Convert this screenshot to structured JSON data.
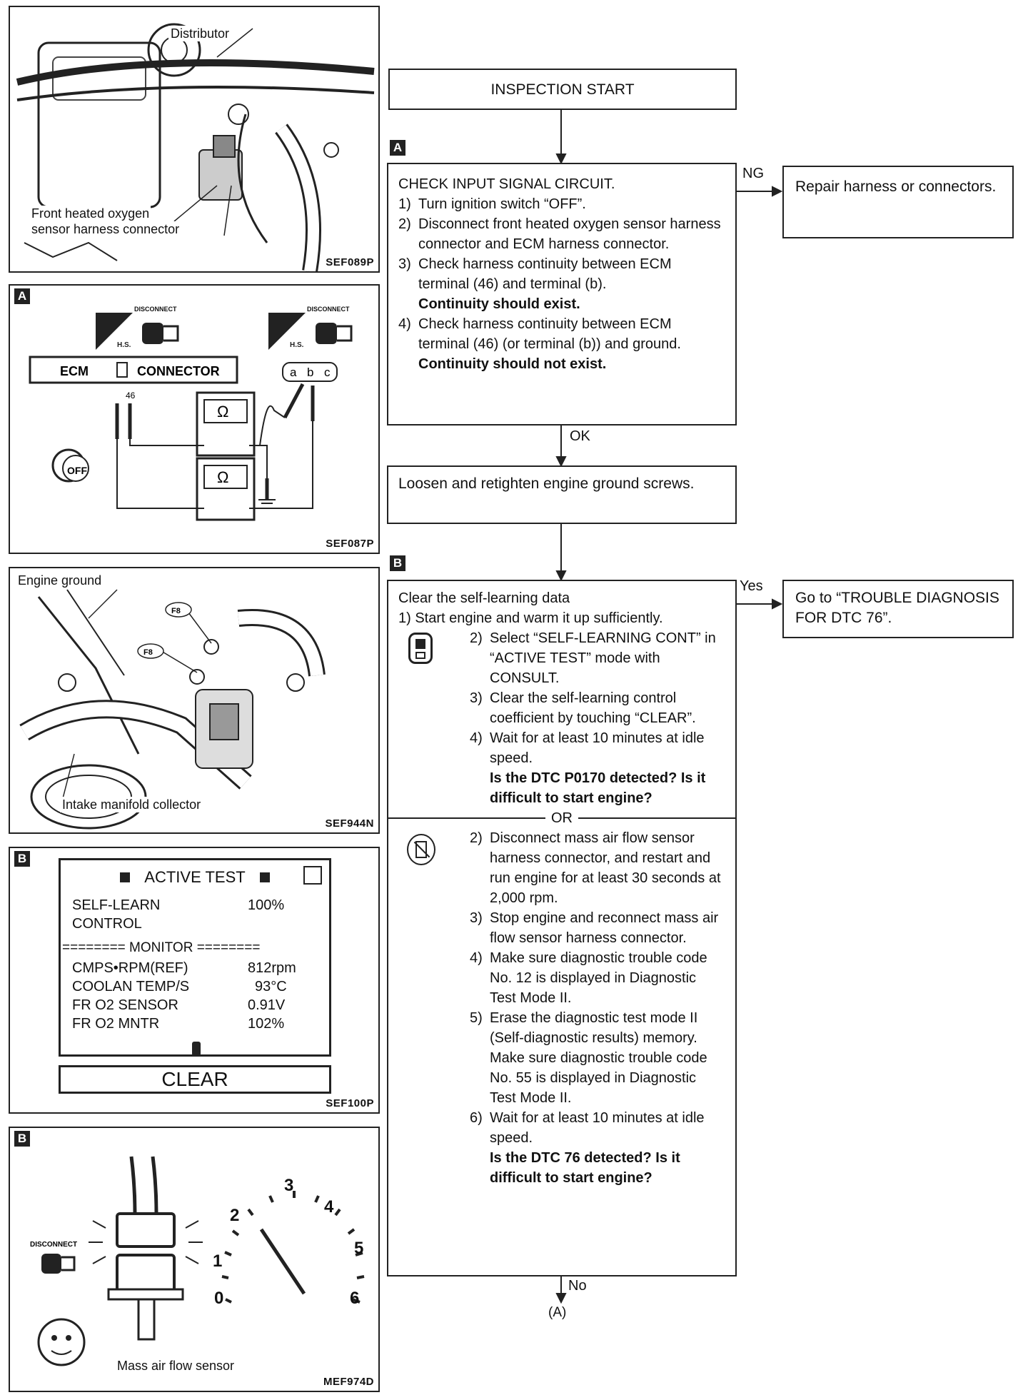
{
  "panel1": {
    "distributor": "Distributor",
    "harness_label_1": "Front heated oxygen",
    "harness_label_2": "sensor harness connector",
    "code": "SEF089P"
  },
  "panel2": {
    "letter": "A",
    "disconnect_1": "DISCONNECT",
    "disconnect_2": "DISCONNECT",
    "hs_1": "H.S.",
    "hs_2": "H.S.",
    "ecm": "ECM",
    "connector": "CONNECTOR",
    "terminal_46": "46",
    "terminals": [
      "a",
      "b",
      "c"
    ],
    "ohm": "Ω",
    "off": "OFF",
    "code": "SEF087P"
  },
  "panel3": {
    "engine_ground": "Engine ground",
    "intake": "Intake manifold collector",
    "f8": "F8",
    "code": "SEF944N"
  },
  "panel4": {
    "letter": "B",
    "title": "ACTIVE TEST",
    "self_learn": "SELF-LEARN",
    "control": "CONTROL",
    "self_learn_value": "100%",
    "monitor": "======== MONITOR ========",
    "rows": [
      {
        "label": "CMPS•RPM(REF)",
        "value": "812rpm"
      },
      {
        "label": "COOLAN TEMP/S",
        "value": "93°C"
      },
      {
        "label": "FR O2 SENSOR",
        "value": "0.91V"
      },
      {
        "label": "FR O2 MNTR",
        "value": "102%"
      }
    ],
    "clear": "CLEAR",
    "code": "SEF100P"
  },
  "panel5": {
    "letter": "B",
    "disconnect": "DISCONNECT",
    "gauge_labels": [
      "0",
      "1",
      "2",
      "3",
      "4",
      "5",
      "6"
    ],
    "maf": "Mass air flow sensor",
    "code": "MEF974D"
  },
  "flow": {
    "start": "INSPECTION START",
    "tag_a": "A",
    "tag_b": "B",
    "ng": "NG",
    "ok": "OK",
    "yes": "Yes",
    "no": "No",
    "end": "(A)",
    "check_title": "CHECK INPUT SIGNAL CIRCUIT.",
    "check_steps": [
      {
        "n": "1)",
        "t": "Turn ignition switch “OFF”."
      },
      {
        "n": "2)",
        "t": "Disconnect front heated oxygen sensor harness connector and ECM harness connector."
      },
      {
        "n": "3)",
        "t": "Check harness continuity between ECM terminal (46) and terminal (b)."
      },
      {
        "n": "4)",
        "t": "Check harness continuity between ECM terminal (46) (or terminal (b)) and ground."
      }
    ],
    "check_bold_3": "Continuity should exist.",
    "check_bold_4": "Continuity should not exist.",
    "repair": "Repair harness or connectors.",
    "loosen": "Loosen and retighten engine ground screws.",
    "clear_title": "Clear the self-learning data",
    "clear_step1": "1) Start engine and warm it up sufficiently.",
    "consult_steps": [
      {
        "n": "2)",
        "t": "Select “SELF-LEARNING CONT” in “ACTIVE TEST” mode with CONSULT."
      },
      {
        "n": "3)",
        "t": "Clear the self-learning control coefficient by touching “CLEAR”."
      },
      {
        "n": "4)",
        "t": "Wait for at least 10 minutes at idle speed."
      }
    ],
    "consult_question": "Is the DTC P0170 detected? Is it difficult to start engine?",
    "or": "OR",
    "noconsult_steps": [
      {
        "n": "2)",
        "t": "Disconnect mass air flow sensor harness connector, and restart and run engine for at least 30 seconds at 2,000 rpm."
      },
      {
        "n": "3)",
        "t": "Stop engine and reconnect mass air flow sensor harness connector."
      },
      {
        "n": "4)",
        "t": "Make sure diagnostic trouble code No. 12 is displayed in Diagnostic Test Mode II."
      },
      {
        "n": "5)",
        "t": "Erase the diagnostic test mode II (Self-diagnostic results) memory. Make sure diagnostic trouble code No. 55 is displayed in Diagnostic Test Mode II."
      },
      {
        "n": "6)",
        "t": "Wait for at least 10 minutes at idle speed."
      }
    ],
    "noconsult_question": "Is the DTC 76 detected? Is it difficult to start engine?",
    "goto": "Go to “TROUBLE DIAGNOSIS FOR DTC 76”."
  }
}
